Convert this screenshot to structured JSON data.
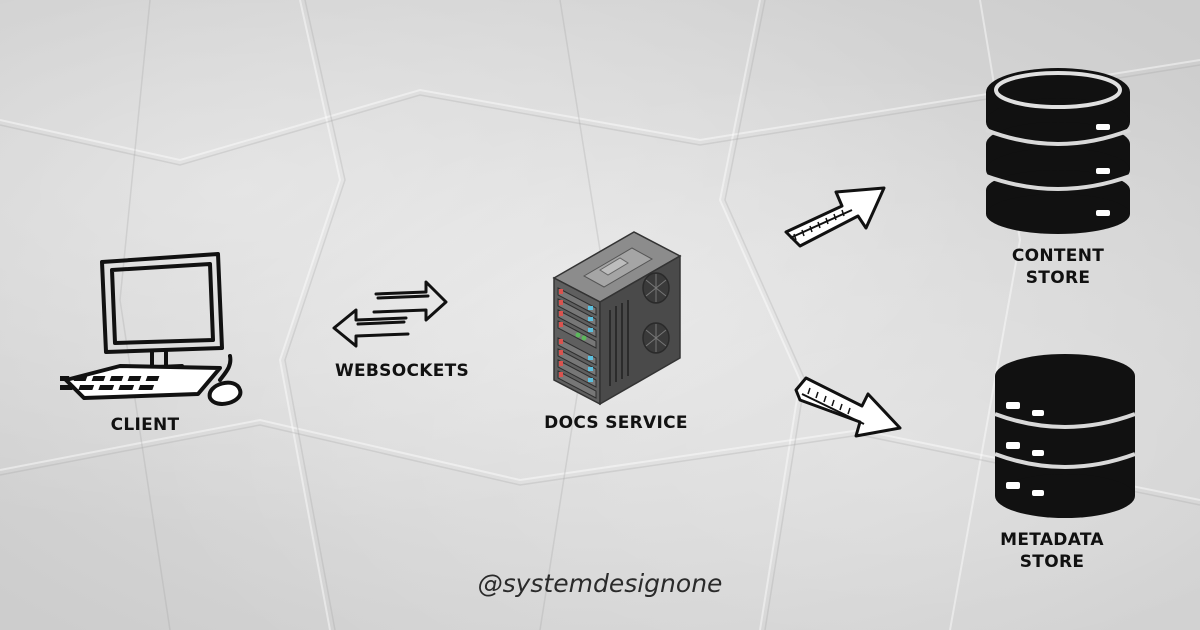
{
  "nodes": {
    "client": {
      "label": "CLIENT",
      "icon": "desktop-computer-icon"
    },
    "websockets": {
      "label": "WEBSOCKETS",
      "icon": "bidirectional-arrows-icon"
    },
    "docs_service": {
      "label": "DOCS SERVICE",
      "icon": "server-tower-icon"
    },
    "content_store": {
      "label_line1": "CONTENT",
      "label_line2": "STORE",
      "icon": "database-icon"
    },
    "metadata_store": {
      "label_line1": "METADATA",
      "label_line2": "STORE",
      "icon": "database-icon"
    }
  },
  "connections": [
    {
      "from": "client",
      "to": "docs_service",
      "via": "websockets",
      "direction": "both"
    },
    {
      "from": "docs_service",
      "to": "content_store",
      "direction": "forward",
      "icon": "arrow-up-right-icon"
    },
    {
      "from": "docs_service",
      "to": "metadata_store",
      "direction": "forward",
      "icon": "arrow-down-right-icon"
    }
  ],
  "watermark": "@systemdesignone",
  "colors": {
    "background": "#d9d9d9",
    "ink": "#111111",
    "server_body": "#6b6b6b",
    "server_led_red": "#d9534f",
    "server_led_blue": "#5bc0de",
    "server_led_green": "#5cb85c"
  }
}
